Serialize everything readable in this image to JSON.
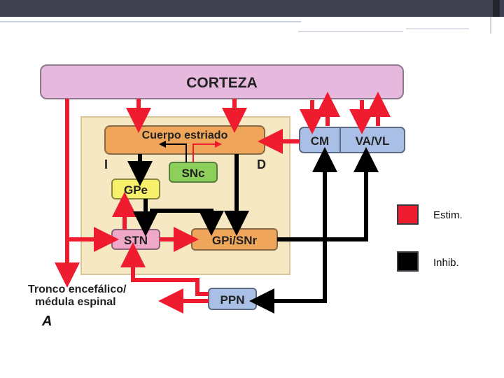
{
  "diagram": {
    "nodes": {
      "corteza": "CORTEZA",
      "cuerpo_estriado": "Cuerpo estriado",
      "snc": "SNc",
      "gpe": "GPe",
      "stn": "STN",
      "gpi_snr": "GPi/SNr",
      "cm": "CM",
      "va_vl": "VA/VL",
      "ppn": "PPN",
      "tronco_line1": "Tronco encefálico/",
      "tronco_line2": "médula espinal"
    },
    "side_labels": {
      "left": "I",
      "right": "D"
    },
    "panel_letter": "A",
    "colors": {
      "stim": "#ee1c2e",
      "inhib": "#000000",
      "corteza_fill": "#e6b8de",
      "striatum_fill": "#f0a65a",
      "snc_fill": "#8ccf5a",
      "gpe_fill": "#f7f06a",
      "stn_fill": "#f0a8c8",
      "gpi_fill": "#f0a65a",
      "thalamus_fill": "#a9bfe6",
      "ppn_fill": "#a9bfe6",
      "panel_fill": "#f6e8c2"
    }
  },
  "legend": {
    "items": [
      {
        "label": "Estim.",
        "color": "#ee1c2e"
      },
      {
        "label": "Inhib.",
        "color": "#000000"
      }
    ]
  }
}
